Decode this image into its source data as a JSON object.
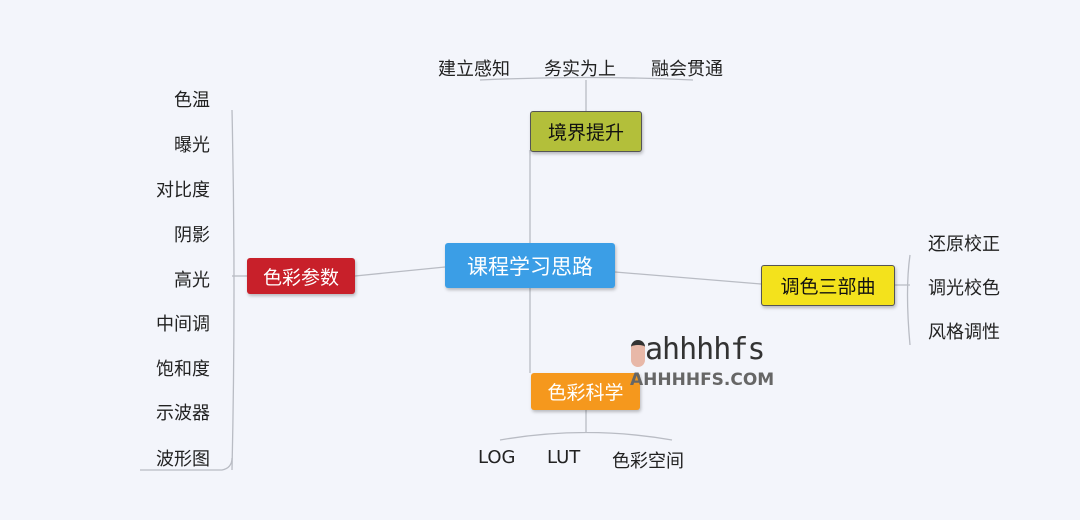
{
  "center": {
    "label": "课程学习思路",
    "color": "#3b9ee6"
  },
  "branches": {
    "top": {
      "label": "境界提升",
      "color": "#b3bf3a",
      "leaves": [
        "建立感知",
        "务实为上",
        "融会贯通"
      ]
    },
    "left": {
      "label": "色彩参数",
      "color": "#c8202a",
      "leaves": [
        "色温",
        "曝光",
        "对比度",
        "阴影",
        "高光",
        "中间调",
        "饱和度",
        "示波器",
        "波形图"
      ]
    },
    "right": {
      "label": "调色三部曲",
      "color": "#f3e21c",
      "leaves": [
        "还原校正",
        "调光校色",
        "风格调性"
      ]
    },
    "bottom": {
      "label": "色彩科学",
      "color": "#f5981d",
      "leaves": [
        "LOG",
        "LUT",
        "色彩空间"
      ]
    }
  },
  "watermark": {
    "logo": "ahhhhfs",
    "site": "AHHHHFS.COM"
  }
}
